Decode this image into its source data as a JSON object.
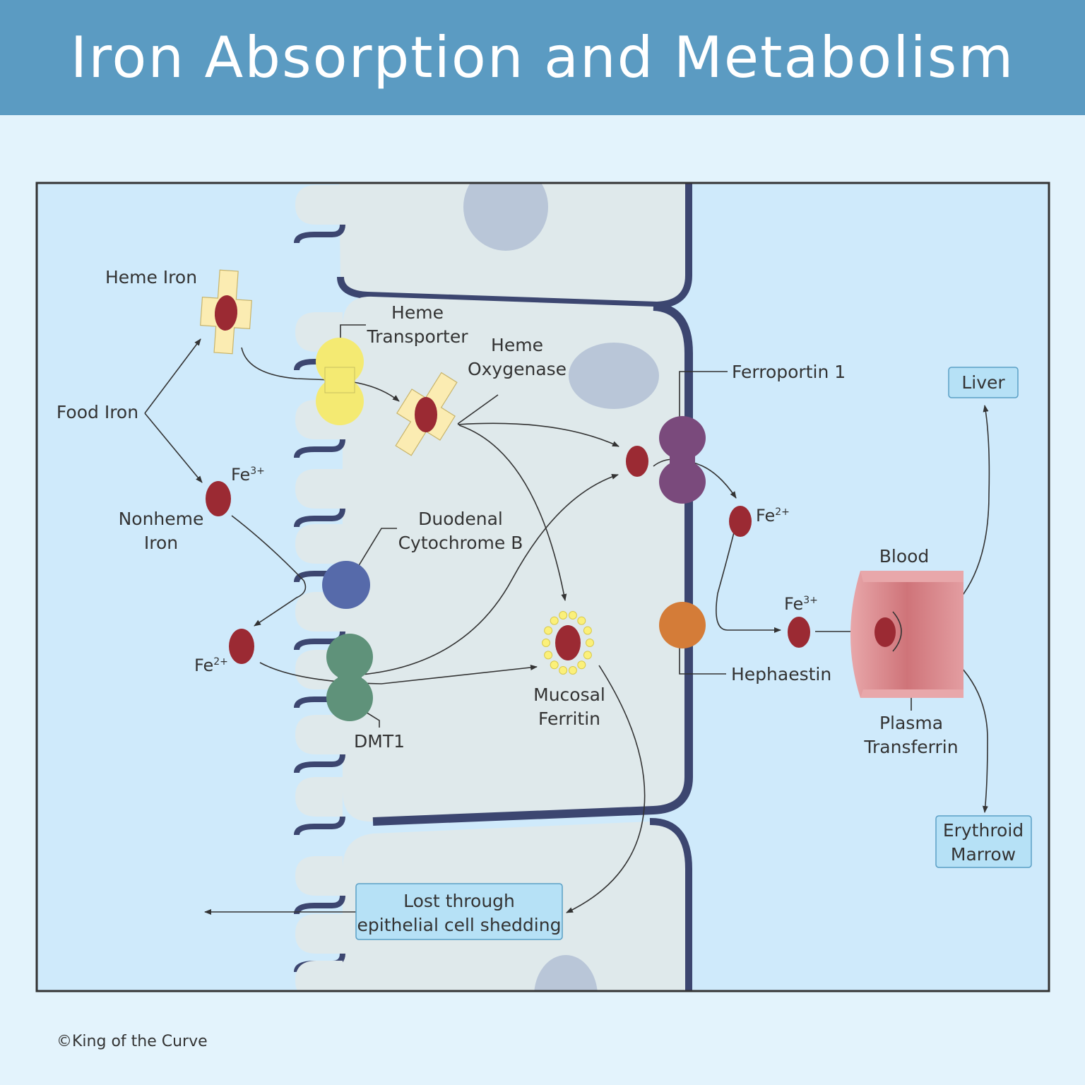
{
  "title": "Iron Absorption and Metabolism",
  "labels": {
    "heme_iron": "Heme Iron",
    "food_iron": "Food Iron",
    "nonheme_iron_1": "Nonheme",
    "nonheme_iron_2": "Iron",
    "heme_transporter_1": "Heme",
    "heme_transporter_2": "Transporter",
    "heme_oxygenase_1": "Heme",
    "heme_oxygenase_2": "Oxygenase",
    "ferroportin": "Ferroportin 1",
    "dcytb_1": "Duodenal",
    "dcytb_2": "Cytochrome B",
    "dmt1": "DMT1",
    "mucosal_ferritin_1": "Mucosal",
    "mucosal_ferritin_2": "Ferritin",
    "hephaestin": "Hephaestin",
    "blood": "Blood",
    "plasma_transferrin_1": "Plasma",
    "plasma_transferrin_2": "Transferrin",
    "fe": "Fe",
    "fe3_sup": "3+",
    "fe2_sup": "2+"
  },
  "boxes": {
    "liver": "Liver",
    "erythroid_1": "Erythroid",
    "erythroid_2": "Marrow",
    "lost_1": "Lost through",
    "lost_2": "epithelial cell shedding"
  },
  "footer": "©King of the Curve",
  "colors": {
    "header": "#5b9bc2",
    "lumen": "#cfeafb",
    "cell": "#dfe9eb",
    "membrane": "#3c4670",
    "iron": "#9b2a33",
    "heme_transporter": "#f4ea72",
    "ferroportin": "#7a4a7c",
    "dcytb": "#566aaa",
    "dmt1": "#5f927a",
    "hephaestin": "#d47c38",
    "vessel": "#d88388",
    "box_fill": "#b6e1f6"
  }
}
